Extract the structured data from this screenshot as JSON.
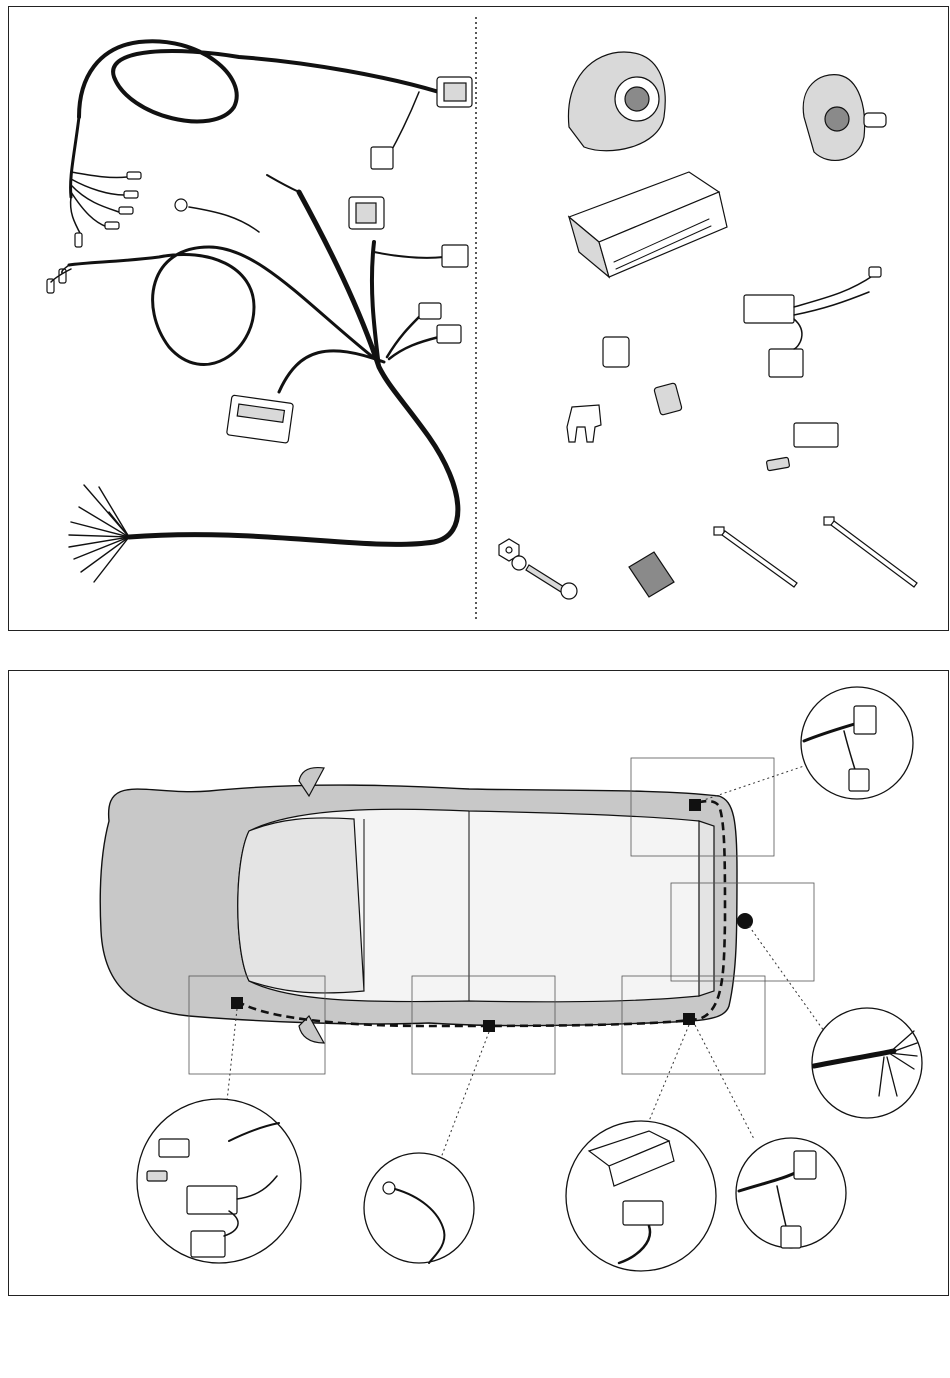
{
  "diagram": {
    "kit_contents_panel": {
      "harness": [
        "main-loom",
        "7-pin-connector",
        "module-plug",
        "lamp-connectors",
        "earth-ring"
      ],
      "accessories": [
        "socket-cover",
        "socket-gasket",
        "control-module",
        "adapter-plug",
        "fuse",
        "fuse-holder",
        "relay-plug",
        "connector-housing",
        "bolt-nut-washer",
        "velcro-pad",
        "cable-tie",
        "cable-tie"
      ]
    },
    "installation_panel": {
      "vehicle": "car-top-view",
      "route_style": "dashed",
      "callouts": [
        "rear-light-connector",
        "towbar-socket-cable",
        "front-connectors",
        "earth-point",
        "control-module",
        "side-light-connector"
      ]
    },
    "colors": {
      "line": "#111111",
      "body_grey": "#c8c8c8",
      "glass_grey": "#e4e4e4",
      "background": "#ffffff"
    }
  }
}
